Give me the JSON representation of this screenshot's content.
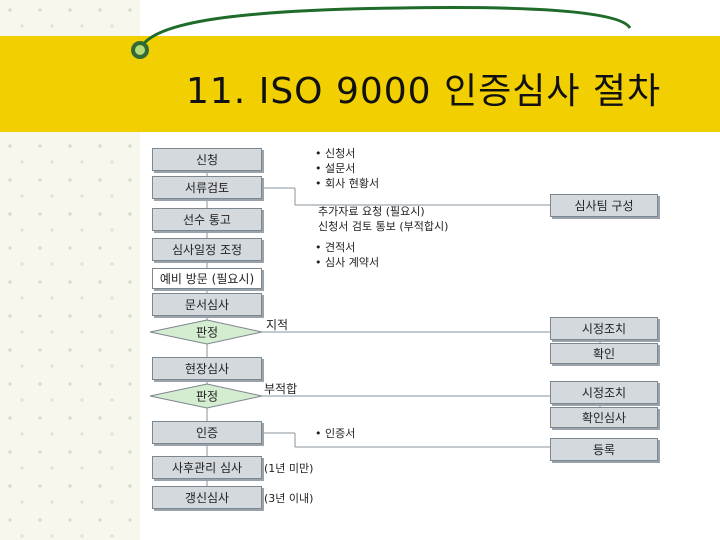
{
  "title": "11. ISO 9000 인증심사 절차",
  "flow": {
    "apply": "신청",
    "doc_review": "서류검토",
    "fee_notice": "선수 통고",
    "schedule": "심사일정 조정",
    "pre_visit": "예비 방문 (필요시)",
    "doc_audit": "문서심사",
    "judge1": "판정",
    "site_audit": "현장심사",
    "judge2": "판정",
    "certify": "인증",
    "surveillance": "사후관리 심사",
    "renewal": "갱신심사"
  },
  "right": {
    "team": "심사팀 구성",
    "corrective1": "시정조치",
    "confirm1": "확인",
    "corrective2": "시정조치",
    "confirm2": "확인심사",
    "register": "등록"
  },
  "notes": {
    "apply_docs": [
      "• 신청서",
      "• 설문서",
      "• 회사 현황서"
    ],
    "supplement": [
      "추가자료 요청 (필요시)",
      "신청서 검토 통보 (부적합시)"
    ],
    "contract": [
      "• 견적서",
      "• 심사 계약서"
    ],
    "finding": "지적",
    "nonconform": "부적합",
    "certificate": "• 인증서",
    "period1": "(1년 미만)",
    "period2": "(3년 이내)"
  }
}
